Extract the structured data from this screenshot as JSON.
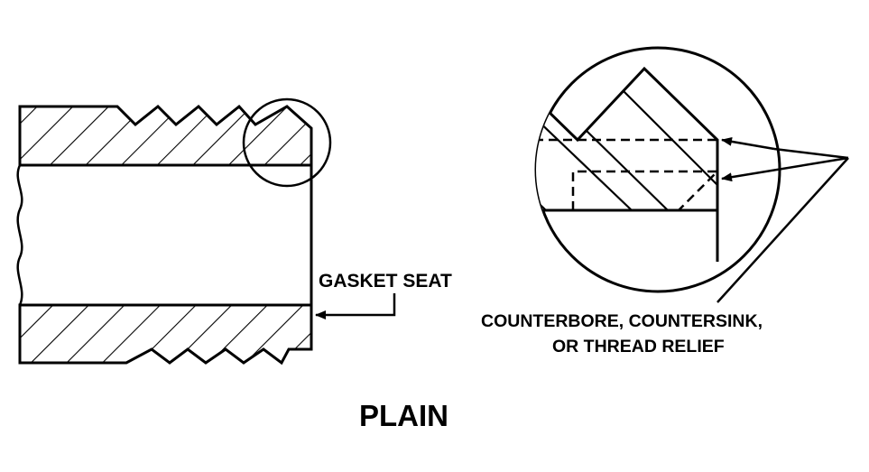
{
  "diagram": {
    "labels": {
      "gasket_seat": "GASKET SEAT",
      "counterbore_line1": "COUNTERBORE, COUNTERSINK,",
      "counterbore_line2": "OR THREAD RELIEF",
      "caption": "PLAIN"
    },
    "colors": {
      "ink": "#000000",
      "paper": "#ffffff"
    }
  }
}
